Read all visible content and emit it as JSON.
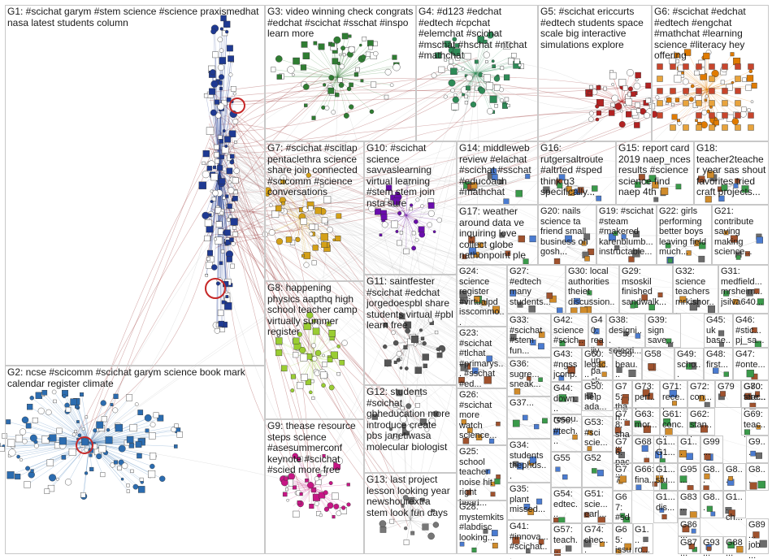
{
  "groups": [
    {
      "id": "G1",
      "label": "G1: #scichat garym #stem science #science praxismedhat nasa latest students column",
      "color": "#1f3a93"
    },
    {
      "id": "G2",
      "label": "G2: ncse #scicomm #scichat garym science book mark calendar register climate",
      "color": "#2b6cb0"
    },
    {
      "id": "G3",
      "label": "G3: video winning check congrats #edchat #scichat #sschat #inspo learn more",
      "color": "#2f7d32"
    },
    {
      "id": "G4",
      "label": "G4: #d123 #edchat #edtech #cpchat #elemchat #scichat #mschat #hschat #ntchat #mathchat",
      "color": "#2e8b57"
    },
    {
      "id": "G5",
      "label": "G5: #scichat ericcurts #edtech students space scale big interactive simulations explore",
      "color": "#b22222"
    },
    {
      "id": "G6",
      "label": "G6: #scichat #edchat #edtech #engchat #mathchat #learning science #literacy hey offering",
      "color": "#e07b00"
    },
    {
      "id": "G7",
      "label": "G7: #scichat #scitlap pentaclethra science share join connected #scicomm #science conversations",
      "color": "#d4a017"
    },
    {
      "id": "G8",
      "label": "G8: happening physics aapthq high school teacher camp virtually summer register",
      "color": "#9acd32"
    },
    {
      "id": "G9",
      "label": "G9: thease resource steps science #asesummerconf keynote #scichat #scied more free",
      "color": "#c71585"
    },
    {
      "id": "G10",
      "label": "G10: #scichat science savvaslearning virtual learning #stem stem join nsta sure",
      "color": "#6a0dad"
    },
    {
      "id": "G11",
      "label": "G11: saintfester #scichat #edchat jorgedoespbl share students virtual #pbl learn free",
      "color": "#555555"
    },
    {
      "id": "G12",
      "label": "G12: students #scichat gbheducation more introduce create pbs janetiwasa molecular biologist",
      "color": "#666666"
    },
    {
      "id": "G13",
      "label": "G13: last project lesson looking year newshourextra stem look fun days",
      "color": "#777777"
    },
    {
      "id": "G14",
      "label": "G14: middleweb review #elachat #scichat #sschat #educoach #mathchat",
      "color": "#777777"
    },
    {
      "id": "G15",
      "label": "G15: report card 2019 naep_nces results #science science find naep 4th",
      "color": "#777777"
    },
    {
      "id": "G16",
      "label": "G16: rutgersaltroute #altrted #sped think q3 specifically...",
      "color": "#777777"
    },
    {
      "id": "G17",
      "label": "G17: weather around data ve inquiring love collect globe nathonpoint ple",
      "color": "#777777"
    },
    {
      "id": "G18",
      "label": "G18: teacher2teacher year sas shout favorites tried craft projects...",
      "color": "#777777"
    },
    {
      "id": "G19",
      "label": "G19: #scichat #steam #makered karenblumb... instructable...",
      "color": "#777777"
    },
    {
      "id": "G20",
      "label": "G20: nails science ta friend small business oh gosh...",
      "color": "#777777"
    },
    {
      "id": "G21",
      "label": "G21: contribute saving making science...",
      "color": "#777777"
    },
    {
      "id": "G22",
      "label": "G22: girls performing better boys leaving field much...",
      "color": "#777777"
    },
    {
      "id": "G23",
      "label": "G23: #scichat #tlchat #primarys... #sschat #ed...",
      "color": "#777777"
    },
    {
      "id": "G24",
      "label": "G24: science register #virtualpd isscommo...",
      "color": "#777777"
    },
    {
      "id": "G25",
      "label": "G25: school teacher noise hit right heart...",
      "color": "#777777"
    },
    {
      "id": "G26",
      "label": "G26: #scichat more watch science...",
      "color": "#777777"
    },
    {
      "id": "G27",
      "label": "G27: #edtech many students...",
      "color": "#777777"
    },
    {
      "id": "G28",
      "label": "G28: mystemkits #labdisc looking...",
      "color": "#777777"
    },
    {
      "id": "G29",
      "label": "G29: msoskil finished sandwalk...",
      "color": "#777777"
    },
    {
      "id": "G30",
      "label": "G30: local authorities theiet discussion...",
      "color": "#777777"
    },
    {
      "id": "G31",
      "label": "G31: medfield... mrsheim... jsilva640...",
      "color": "#777777"
    },
    {
      "id": "G32",
      "label": "G32: science teachers mrkishor...",
      "color": "#777777"
    },
    {
      "id": "G33",
      "label": "G33: #scichat #stem fun...",
      "color": "#777777"
    },
    {
      "id": "G34",
      "label": "G34: students thephds...",
      "color": "#777777"
    },
    {
      "id": "G35",
      "label": "G35: plant missed...",
      "color": "#777777"
    },
    {
      "id": "G36",
      "label": "G36: sugre... sneak...",
      "color": "#777777"
    },
    {
      "id": "G37",
      "label": "G37...",
      "color": "#777777"
    },
    {
      "id": "G38",
      "label": "G38: designi... selecti...",
      "color": "#777777"
    },
    {
      "id": "G39",
      "label": "G39: sign save...",
      "color": "#777777"
    },
    {
      "id": "G40",
      "label": "G40: really unpack...",
      "color": "#777777"
    },
    {
      "id": "G41",
      "label": "G41: #innova... #scichat...",
      "color": "#777777"
    },
    {
      "id": "G42",
      "label": "G42: science #scich...",
      "color": "#777777"
    },
    {
      "id": "G43",
      "label": "G43: #ngss jcorip...",
      "color": "#777777"
    },
    {
      "id": "G44",
      "label": "G44: down... resou...",
      "color": "#777777"
    },
    {
      "id": "G45",
      "label": "G45: uk base...",
      "color": "#777777"
    },
    {
      "id": "G46",
      "label": "G46: #stic... pj_sa...",
      "color": "#777777"
    },
    {
      "id": "G47",
      "label": "G47: #onte...",
      "color": "#777777"
    },
    {
      "id": "G48",
      "label": "G48: first...",
      "color": "#777777"
    },
    {
      "id": "G49",
      "label": "G49: scho...",
      "color": "#777777"
    },
    {
      "id": "G50",
      "label": "G50: help ada...",
      "color": "#777777"
    },
    {
      "id": "G51",
      "label": "G51: scie... earl...",
      "color": "#777777"
    },
    {
      "id": "G52",
      "label": "G52",
      "color": "#777777"
    },
    {
      "id": "G53",
      "label": "G53: #sci scie...",
      "color": "#777777"
    },
    {
      "id": "G54",
      "label": "G54: edtec...",
      "color": "#777777"
    },
    {
      "id": "G55",
      "label": "G55",
      "color": "#777777"
    },
    {
      "id": "G56",
      "label": "G56: #tech...",
      "color": "#777777"
    },
    {
      "id": "G57",
      "label": "G57: teach...",
      "color": "#777777"
    },
    {
      "id": "G58",
      "label": "G58",
      "color": "#777777"
    },
    {
      "id": "G59",
      "label": "G59: beau...",
      "color": "#777777"
    },
    {
      "id": "G60",
      "label": "G60: legac...",
      "color": "#777777"
    },
    {
      "id": "G61",
      "label": "G61: conc...",
      "color": "#777777"
    },
    {
      "id": "G62",
      "label": "G62: stan...",
      "color": "#777777"
    },
    {
      "id": "G63",
      "label": "G63: mor...",
      "color": "#777777"
    },
    {
      "id": "G64",
      "label": "G64: #le...",
      "color": "#777777"
    },
    {
      "id": "G65",
      "label": "G65: issu...",
      "color": "#777777"
    },
    {
      "id": "G66",
      "label": "G66: fina...",
      "color": "#777777"
    },
    {
      "id": "G67",
      "label": "G67: #sd...",
      "color": "#777777"
    },
    {
      "id": "G68",
      "label": "G68",
      "color": "#777777"
    },
    {
      "id": "G69",
      "label": "G69: teac...",
      "color": "#777777"
    },
    {
      "id": "G70",
      "label": "G70: teac...",
      "color": "#777777"
    },
    {
      "id": "G71",
      "label": "G71: rece...",
      "color": "#777777"
    },
    {
      "id": "G72",
      "label": "G72: con...",
      "color": "#777777"
    },
    {
      "id": "G73",
      "label": "G73: perf...",
      "color": "#777777"
    },
    {
      "id": "G74",
      "label": "G74: chec...",
      "color": "#777777"
    },
    {
      "id": "G75",
      "label": "G75: than...",
      "color": "#777777"
    },
    {
      "id": "G76",
      "label": "G76: pac...",
      "color": "#777777"
    },
    {
      "id": "G77",
      "label": "G77",
      "color": "#777777"
    },
    {
      "id": "G78",
      "label": "G78: sha...",
      "color": "#777777"
    },
    {
      "id": "G79",
      "label": "G79",
      "color": "#777777"
    },
    {
      "id": "G80",
      "label": "G80: stre...",
      "color": "#777777"
    },
    {
      "id": "G81",
      "label": "G1... ro...",
      "color": "#777777"
    },
    {
      "id": "G82",
      "label": "G8...",
      "color": "#777777"
    },
    {
      "id": "G83",
      "label": "G83...",
      "color": "#777777"
    },
    {
      "id": "G84",
      "label": "G8...",
      "color": "#777777"
    },
    {
      "id": "G85",
      "label": "G8...",
      "color": "#777777"
    },
    {
      "id": "G86",
      "label": "G86...",
      "color": "#777777"
    },
    {
      "id": "G87",
      "label": "G87...",
      "color": "#777777"
    },
    {
      "id": "G88",
      "label": "G88...",
      "color": "#777777"
    },
    {
      "id": "G89",
      "label": "G89... job ...",
      "color": "#777777"
    },
    {
      "id": "G90",
      "label": "G9...",
      "color": "#777777"
    },
    {
      "id": "G91",
      "label": "G1... stu...",
      "color": "#777777"
    },
    {
      "id": "G92",
      "label": "G1... G1...",
      "color": "#777777"
    },
    {
      "id": "G93",
      "label": "G93...",
      "color": "#777777"
    },
    {
      "id": "G94",
      "label": "G1... dis...",
      "color": "#777777"
    },
    {
      "id": "G95",
      "label": "G95...",
      "color": "#777777"
    },
    {
      "id": "G96",
      "label": "G1...",
      "color": "#777777"
    },
    {
      "id": "G97",
      "label": "G1... ch...",
      "color": "#777777"
    },
    {
      "id": "G98",
      "label": "G8...",
      "color": "#777777"
    },
    {
      "id": "G99",
      "label": "G99...",
      "color": "#777777"
    }
  ]
}
